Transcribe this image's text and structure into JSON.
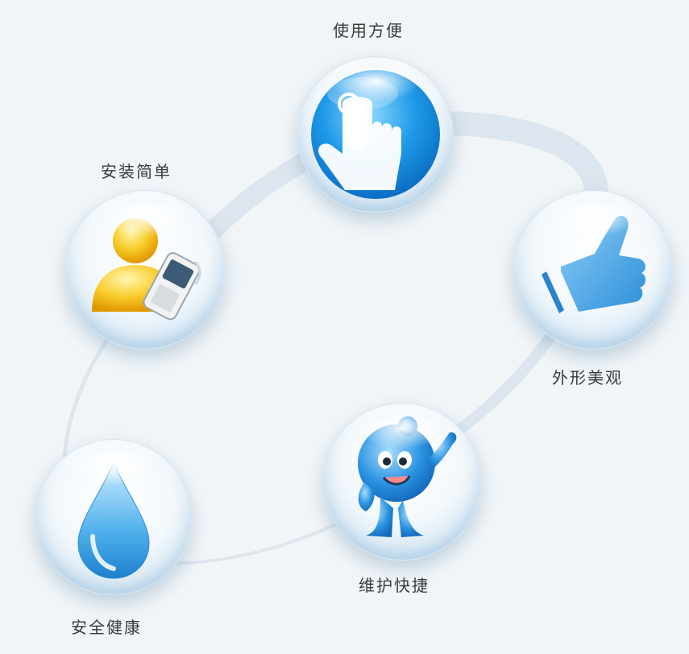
{
  "features": [
    {
      "label": "使用方便",
      "icon": "touch-hand-icon"
    },
    {
      "label": "安装简单",
      "icon": "user-phone-icon"
    },
    {
      "label": "外形美观",
      "icon": "thumbs-up-icon"
    },
    {
      "label": "维护快捷",
      "icon": "water-mascot-icon"
    },
    {
      "label": "安全健康",
      "icon": "water-drop-icon"
    }
  ],
  "colors": {
    "background": "#f1f5f8",
    "ring": "#dde6ee",
    "accent_blue": "#2aa2ec",
    "accent_yellow": "#f5b800"
  }
}
